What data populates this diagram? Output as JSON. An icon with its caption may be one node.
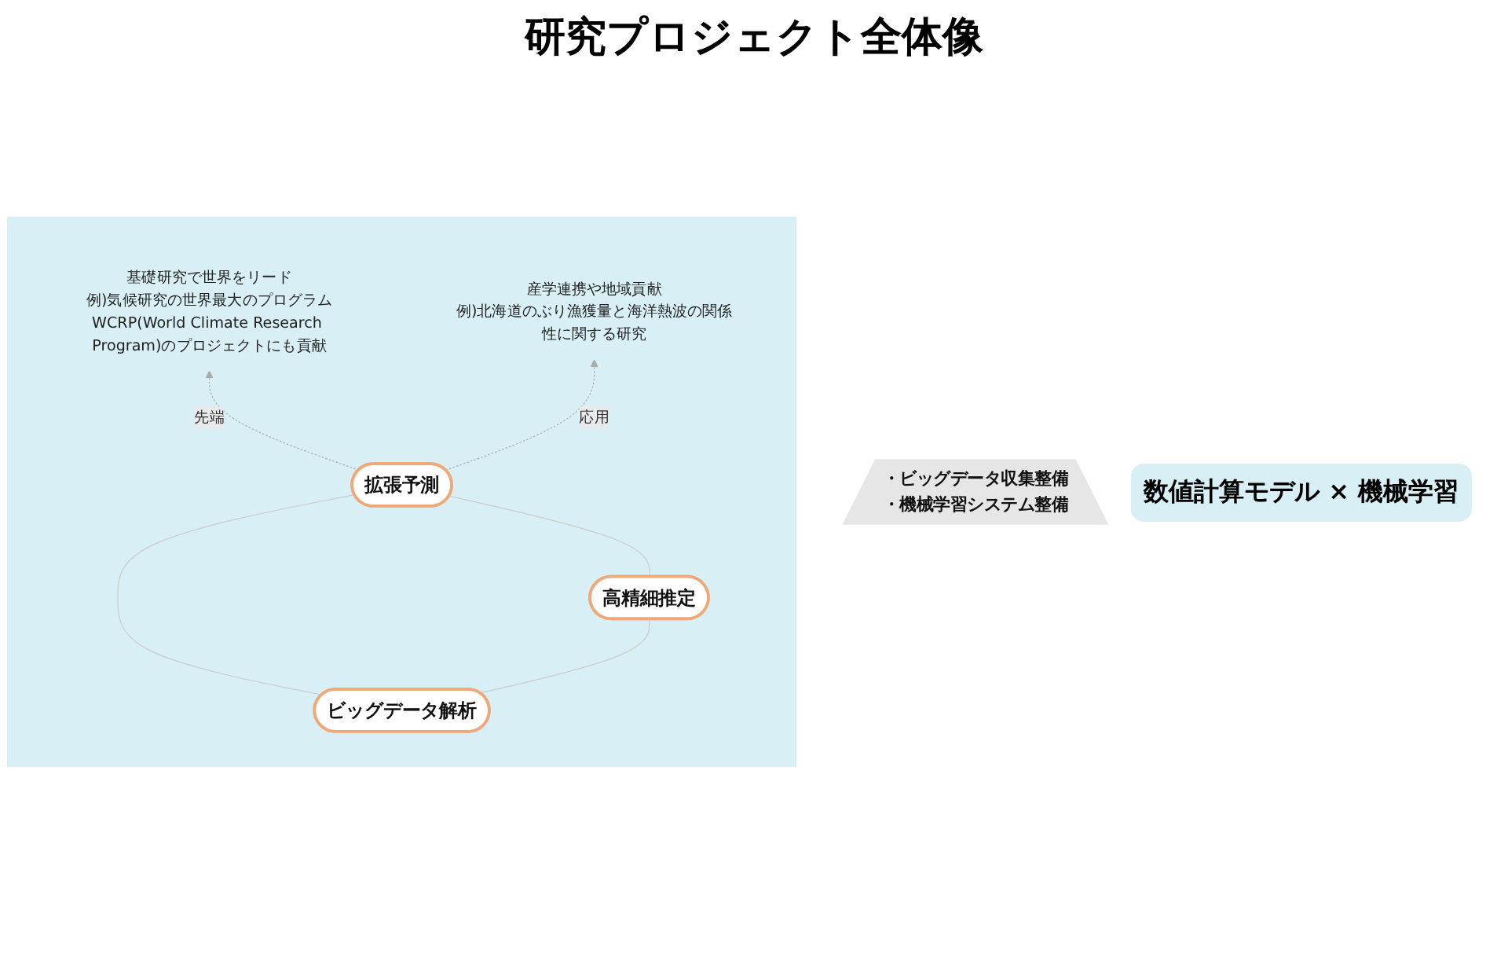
{
  "diagram": {
    "title": "研究プロジェクト全体像",
    "nodes": [
      {
        "text": [],
        "shape": "box"
      },
      {
        "text": [
          "基礎研究で世界をリード",
          "例)気候研究の世界最大のプログラムWCRP(World Climate Research Program)のプロジェクトにも貢献"
        ],
        "in": 0
      },
      {
        "text": [
          "産学連携や地域貢献",
          "例)北海道のぶり漁獲量と海洋熱波の関係性に関する研究"
        ],
        "in": 0
      },
      {
        "text": [
          "拡張予測"
        ],
        "in": 0
      },
      {
        "text": [
          "ビッグデータ解析"
        ],
        "in": 0
      },
      {
        "text": [
          "高精細推定"
        ],
        "in": 0
      },
      {
        "text": [
          "・ビッグデータ収集整備",
          "・機械学習システム整備"
        ]
      }
    ],
    "edges": [
      {
        "from": 3,
        "to": 1,
        "arrow": "to",
        "label": "先端",
        "style": "dashed",
        "color": "#aaaaaa"
      },
      {
        "from": 3,
        "to": 2,
        "arrow": "to",
        "label": "応用",
        "style": "dashed",
        "color": "#aaaaaa"
      },
      {
        "from": 4,
        "to": 3,
        "arrow": "none",
        "color": "#cccccc"
      },
      {
        "from": 5,
        "to": 3,
        "arrow": "none",
        "color": "#cccccc"
      },
      {
        "from": 4,
        "to": 5,
        "arrow": "none",
        "color": "#cccccc"
      }
    ],
    "labels": [
      "数値計算モデル × 機械学習"
    ]
  }
}
